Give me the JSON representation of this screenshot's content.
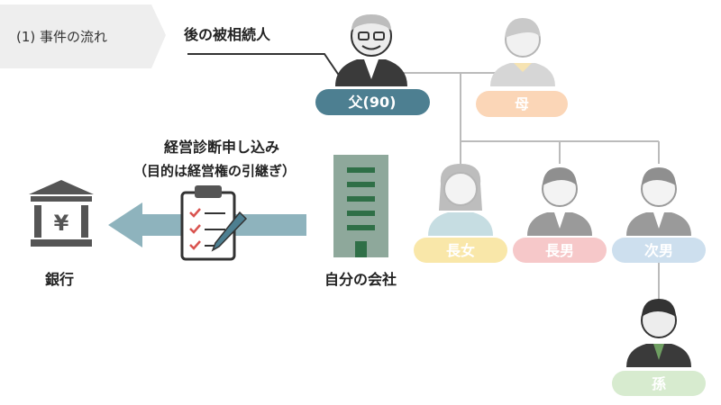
{
  "header": {
    "section_label": "(1) 事件の流れ"
  },
  "successor_note": "後の被相続人",
  "people": {
    "father": "父(90)",
    "mother": "母",
    "eldest_daughter": "長女",
    "eldest_son": "長男",
    "second_son": "次男",
    "grandson": "孫"
  },
  "company": {
    "label": "自分の会社"
  },
  "bank": {
    "label": "銀行",
    "symbol": "¥"
  },
  "application": {
    "line1": "経営診断申し込み",
    "line2": "（目的は経営権の引継ぎ）"
  },
  "colors": {
    "father_badge": "#4d7f91",
    "mother_badge": "#fbd6b7",
    "daughter_badge": "#f9e7a9",
    "eldest_son_badge": "#f6c8c9",
    "second_son_badge": "#cddfee",
    "grandson_badge": "#d7ebcf",
    "arrow": "#8eb3bd",
    "company": "#8ea89b",
    "header_tab": "#eeeeee"
  },
  "icons": [
    "person-icon",
    "building-icon",
    "bank-icon",
    "clipboard-checklist-icon",
    "pen-icon"
  ]
}
